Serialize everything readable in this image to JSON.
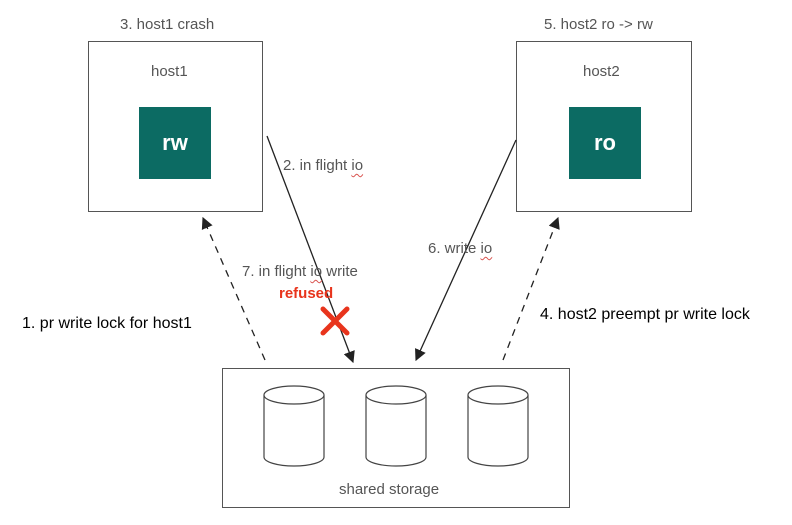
{
  "host1": {
    "caption": "3. host1 crash",
    "title": "host1",
    "mode": "rw",
    "mode_color": "#0c6b63"
  },
  "host2": {
    "caption": "5. host2 ro -> rw",
    "title": "host2",
    "mode": "ro",
    "mode_color": "#0c6b63"
  },
  "storage": {
    "title": "shared storage",
    "disk_count": 3
  },
  "steps": {
    "pr_lock": "1. pr write lock for host1",
    "in_flight_prefix": "2. in flight ",
    "in_flight_io": "io",
    "inflight_write_prefix": "7. in flight ",
    "inflight_write_io": "io",
    "inflight_write_suffix": " write",
    "refused": "refused",
    "write_io_prefix": "6. write ",
    "write_io_io": "io",
    "preempt": "4. host2 preempt pr write lock"
  },
  "colors": {
    "refused": "#e8341c",
    "line": "#222222"
  }
}
